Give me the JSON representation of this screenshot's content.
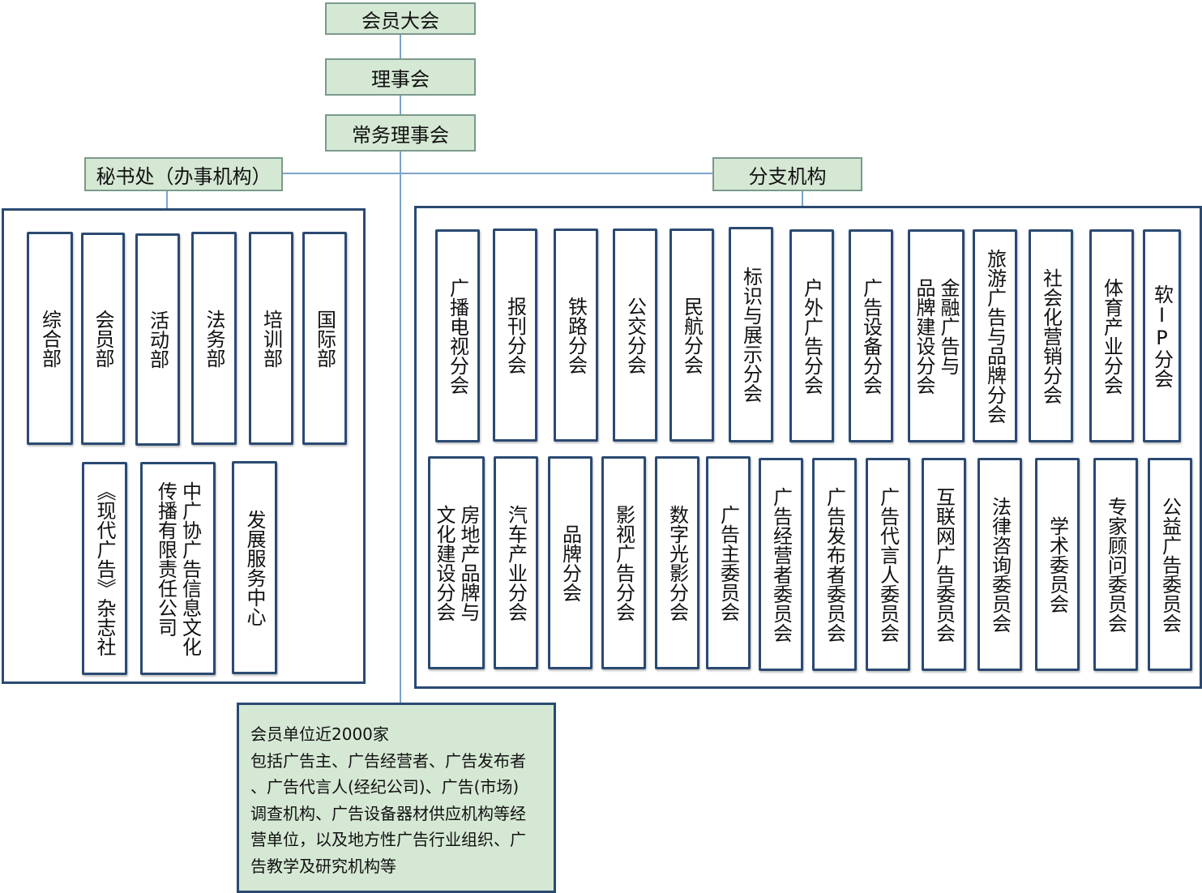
{
  "top": {
    "assembly": "会员大会",
    "council": "理事会",
    "standing_council": "常务理事会"
  },
  "secretariat": {
    "title": "秘书处（办事机构）",
    "departments": [
      "综合部",
      "会员部",
      "活动部",
      "法务部",
      "培训部",
      "国际部"
    ],
    "units": [
      "《现代广告》杂志社",
      "中广协广告信息文化\n传播有限责任公司",
      "发展服务中心"
    ]
  },
  "branches": {
    "title": "分支机构",
    "row1": [
      "广播电视分会",
      "报刊分会",
      "铁路分会",
      "公交分会",
      "民航分会",
      "标识与展示分会",
      "户外广告分会",
      "广告设备分会",
      "金融广告与\n品牌建设分会",
      "旅游广告与品牌分会",
      "社会化营销分会",
      "体育产业分会",
      "软IP分会"
    ],
    "row2": [
      "房地产品牌与\n文化建设分会",
      "汽车产业分会",
      "品牌分会",
      "影视广告分会",
      "数字光影分会",
      "广告主委员会",
      "广告经营者委员会",
      "广告发布者委员会",
      "广告代言人委员会",
      "互联网广告委员会",
      "法律咨询委员会",
      "学术委员会",
      "专家顾问委员会",
      "公益广告委员会"
    ]
  },
  "members_note": {
    "line1": "会员单位近2000家",
    "line2": "包括广告主、广告经营者、广告发布者",
    "line3": "、广告代言人(经纪公司)、广告(市场)",
    "line4": "调查机构、广告设备器材供应机构等经",
    "line5": "营单位，以及地方性广告行业组织、广",
    "line6": "告教学及研究机构等"
  }
}
